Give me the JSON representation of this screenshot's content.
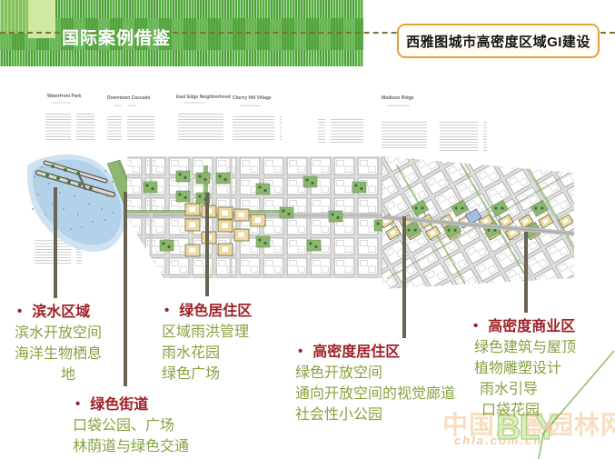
{
  "header": {
    "section_title": "国际案例借鉴"
  },
  "title_box": {
    "text": "西雅图城市高密度区域GI建设"
  },
  "map": {
    "district_labels": [
      {
        "label": "Waterfront Park"
      },
      {
        "label": "Downtown Cascade"
      },
      {
        "label": "East Edge Neighborhood"
      },
      {
        "label": "Cherry Hill Village"
      },
      {
        "label": "Madison Ridge"
      }
    ]
  },
  "annotations": [
    {
      "title": "滨水区域",
      "lines": [
        "滨水开放空间",
        "海洋生物栖息",
        "地"
      ]
    },
    {
      "title": "绿色街道",
      "lines": [
        "口袋公园、广场",
        "林荫道与绿色交通"
      ]
    },
    {
      "title": "绿色居住区",
      "lines": [
        "区域雨洪管理",
        "雨水花园",
        "绿色广场"
      ]
    },
    {
      "title": "高密度居住区",
      "lines": [
        "绿色开放空间",
        "通向开放空间的视觉廊道",
        "社会性小公园"
      ]
    },
    {
      "title": "高密度商业区",
      "lines": [
        "绿色建筑与屋顶",
        "植物雕塑设计",
        "雨水引导",
        "口袋花园"
      ]
    }
  ],
  "watermark": {
    "site_name": "中国风景园林网",
    "site_url": "chla.com.cn",
    "logo_text": "BLY"
  },
  "colors": {
    "banner_green": "#55ae3f",
    "accent_orange": "#dfa33c",
    "dash_olive": "#7d7230",
    "bullet_red": "#9e2028",
    "body_green": "#85a23f",
    "leader_line": "#6a6354",
    "water_blue": "#b3d1e8",
    "building_tan": "#eed9a0",
    "park_green": "#8cb66d"
  }
}
